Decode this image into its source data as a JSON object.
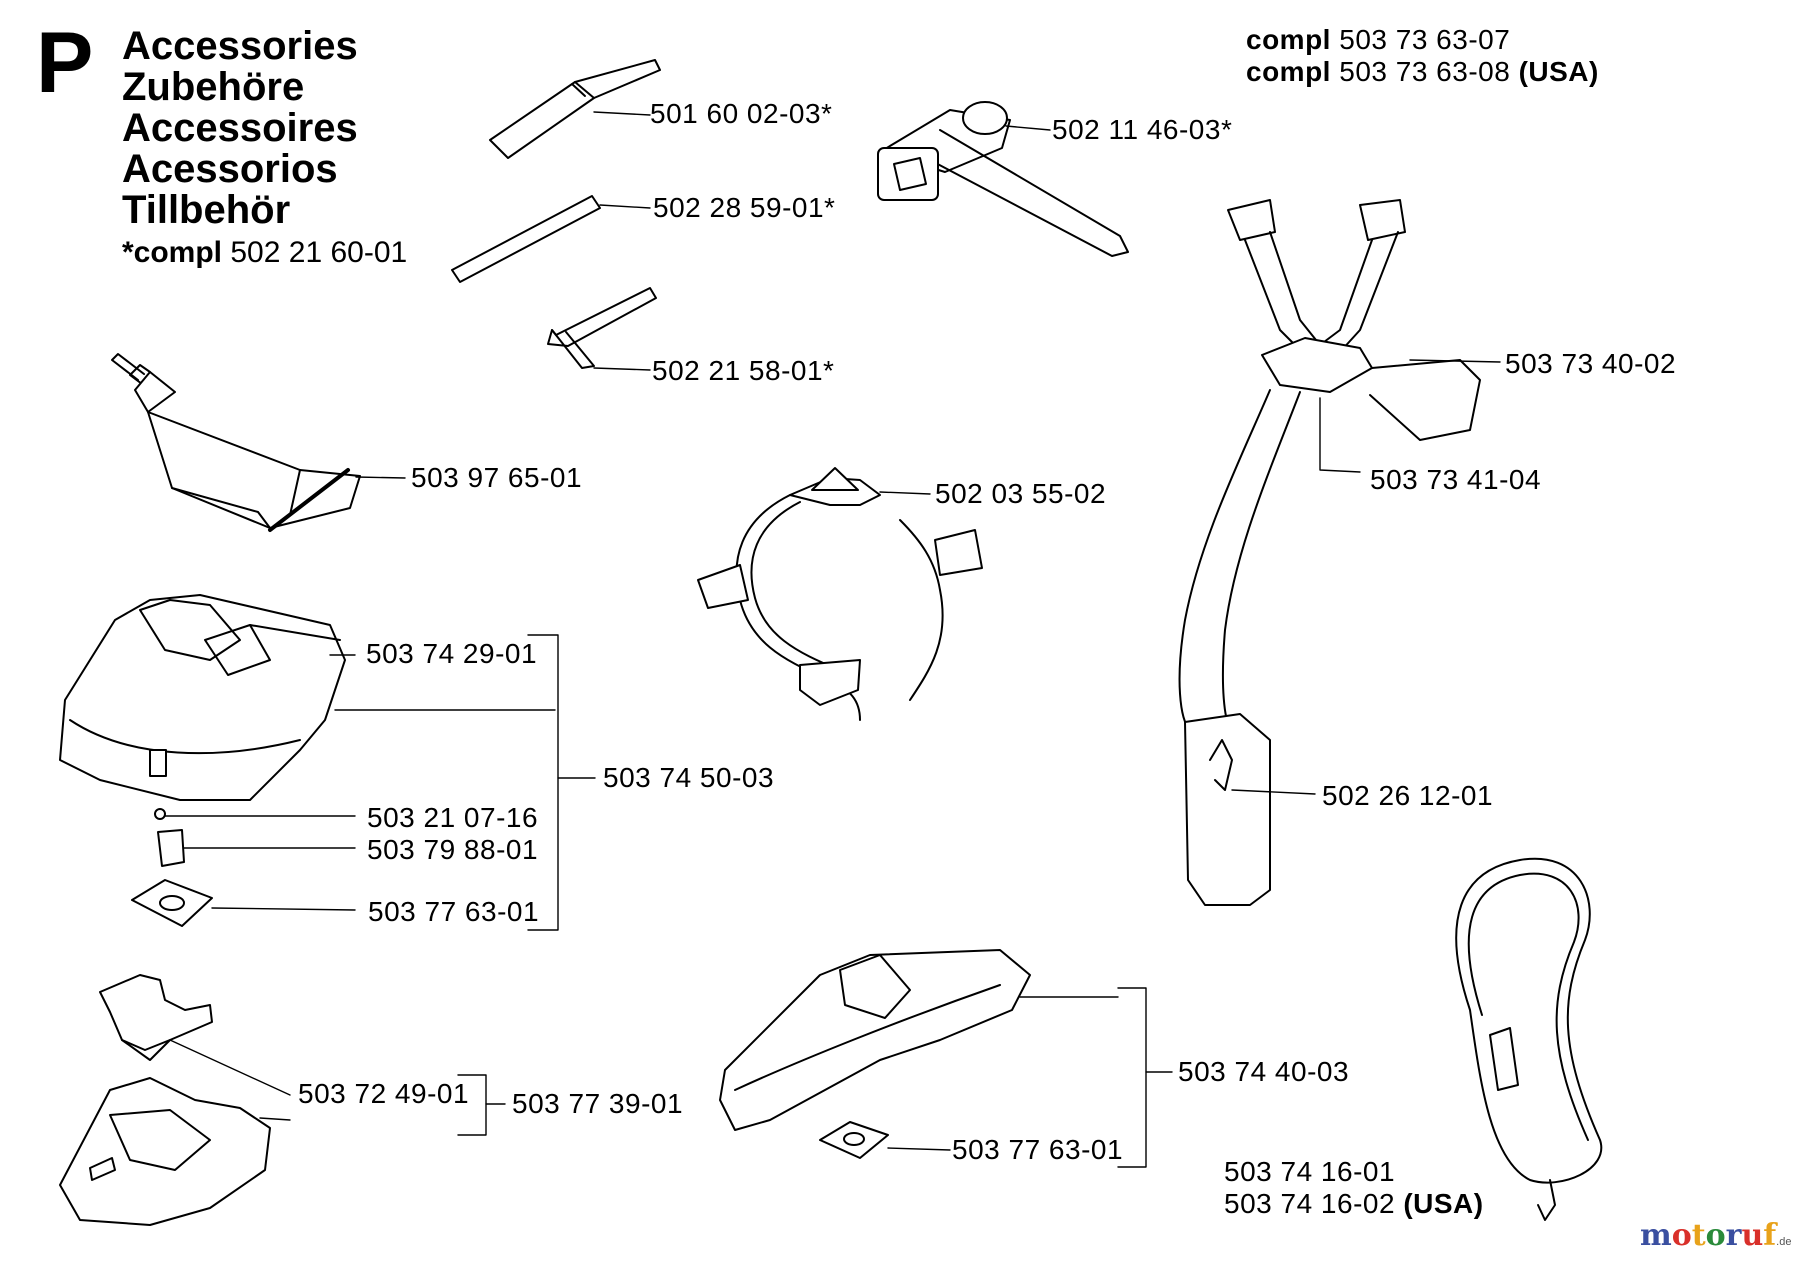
{
  "section_letter": "P",
  "titles": [
    "Accessories",
    "Zubehöre",
    "Accessoires",
    "Acessorios",
    "Tillbehör"
  ],
  "kit_note": {
    "prefix": "*compl",
    "number": "502 21 60-01"
  },
  "harness_kit": [
    {
      "prefix": "compl",
      "number": "503 73 63-07",
      "suffix": ""
    },
    {
      "prefix": "compl",
      "number": "503 73 63-08",
      "suffix": "(USA)"
    }
  ],
  "part_labels": {
    "screwdriver": "501 60 02-03*",
    "combination_wrench": "502 11 46-03*",
    "rod": "502 28 59-01*",
    "hex_key": "502 21 58-01*",
    "grease_tube": "503 97 65-01",
    "harness_strap": "503 73 40-02",
    "harness_pad": "503 73 41-04",
    "harness_frame": "502 03 55-02",
    "guard_large": "503 74 29-01",
    "guard_large_kit": "503 74 50-03",
    "screw": "503 21 07-16",
    "clip": "503 79 88-01",
    "plate_1": "503 77 63-01",
    "hook_pad": "502 26 12-01",
    "guard_bracket": "503 72 49-01",
    "guard_small_kit": "503 77 39-01",
    "blade_guard_kit": "503 74 40-03",
    "plate_2": "503 77 63-01"
  },
  "shoulder_strap": [
    {
      "number": "503 74 16-01",
      "suffix": ""
    },
    {
      "number": "503 74 16-02",
      "suffix": "(USA)"
    }
  ],
  "watermark": {
    "brand": "motoruf",
    "tld": ".de",
    "colors": [
      "#3a4fa0",
      "#d9302a",
      "#e8a21a",
      "#2a8a3a"
    ]
  }
}
